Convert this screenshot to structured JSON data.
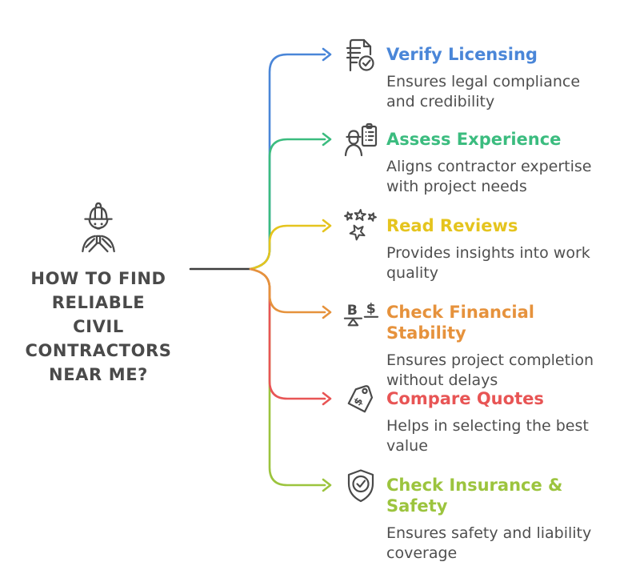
{
  "page": {
    "background": "#ffffff",
    "text_color": "#4f4f4f"
  },
  "center": {
    "icon": "construction-worker-icon",
    "title": "HOW TO FIND\nRELIABLE\nCIVIL\nCONTRACTORS\nNEAR ME?",
    "title_color": "#4a4a4a"
  },
  "connector": {
    "trunk_color": "#3d3d3d"
  },
  "branches": [
    {
      "icon": "document-check-icon",
      "label": "Verify Licensing",
      "description": "Ensures legal compliance\nand credibility",
      "color": "#4a86d8"
    },
    {
      "icon": "worker-clipboard-icon",
      "label": "Assess Experience",
      "description": "Aligns contractor expertise\nwith project needs",
      "color": "#3bbc7f"
    },
    {
      "icon": "stars-icon",
      "label": "Read Reviews",
      "description": "Provides insights into work\nquality",
      "color": "#e5c41e"
    },
    {
      "icon": "balance-scale-icon",
      "label": "Check Financial Stability",
      "description": "Ensures project completion\nwithout delays",
      "color": "#e6923c"
    },
    {
      "icon": "price-tag-icon",
      "label": "Compare Quotes",
      "description": "Helps in selecting the best\nvalue",
      "color": "#e85555"
    },
    {
      "icon": "shield-check-icon",
      "label": "Check Insurance & Safety",
      "description": "Ensures safety and liability\ncoverage",
      "color": "#9cc43e"
    }
  ]
}
